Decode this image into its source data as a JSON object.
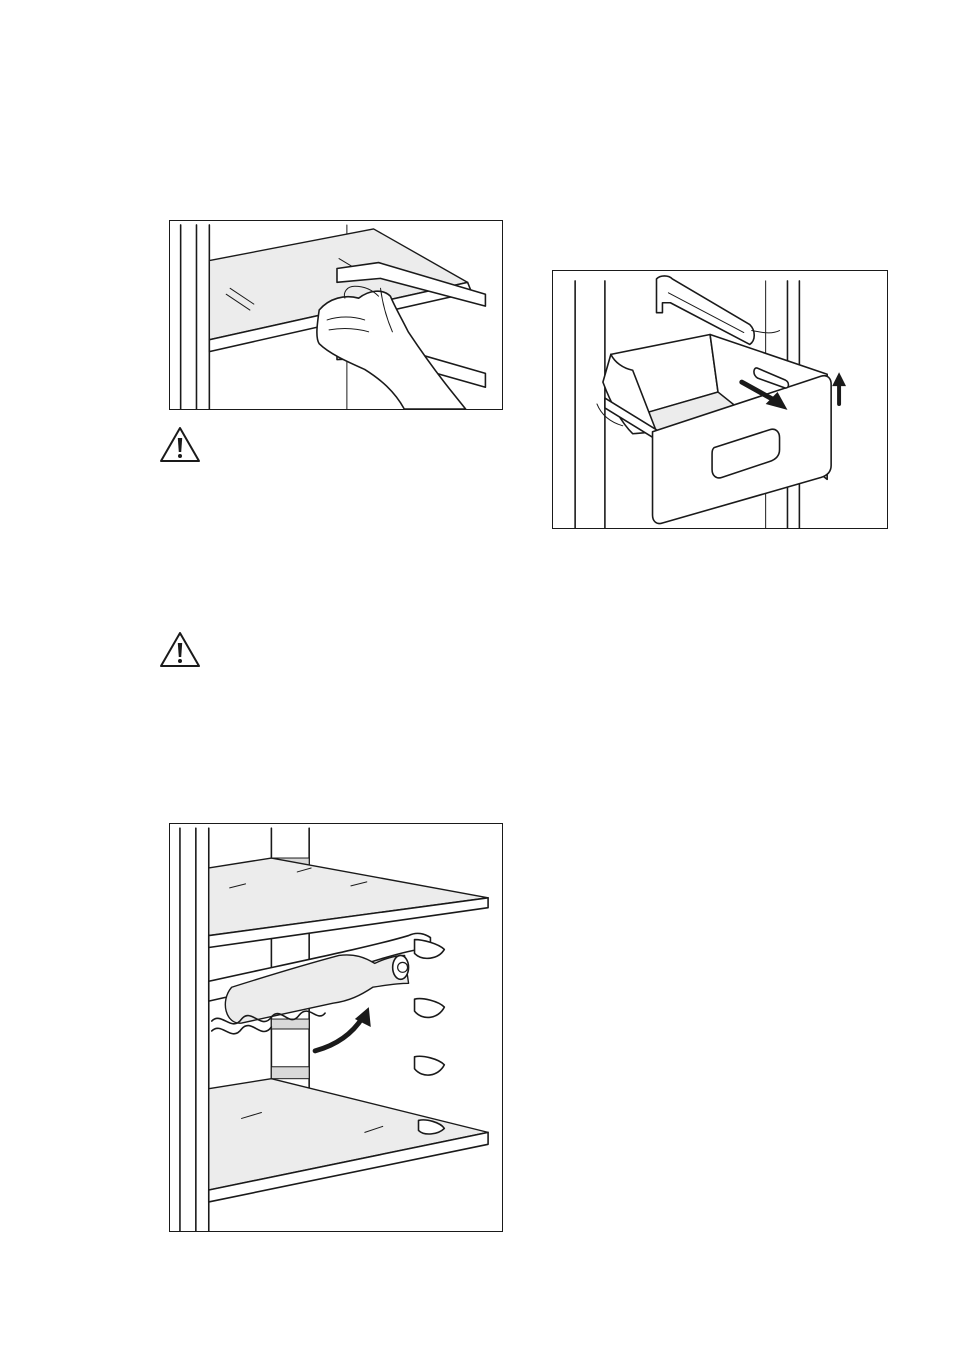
{
  "figures": {
    "shelf": {
      "illustration": "remove-glass-shelf"
    },
    "drawer": {
      "illustration": "remove-crisper-drawer"
    },
    "wine": {
      "illustration": "bottle-rack-rotate"
    }
  },
  "icons": {
    "warning_1": "warning-triangle-icon",
    "warning_2": "warning-triangle-icon"
  },
  "colors": {
    "line": "#1a1a1a",
    "fill_grey": "#d9d9d9",
    "background": "#ffffff"
  }
}
